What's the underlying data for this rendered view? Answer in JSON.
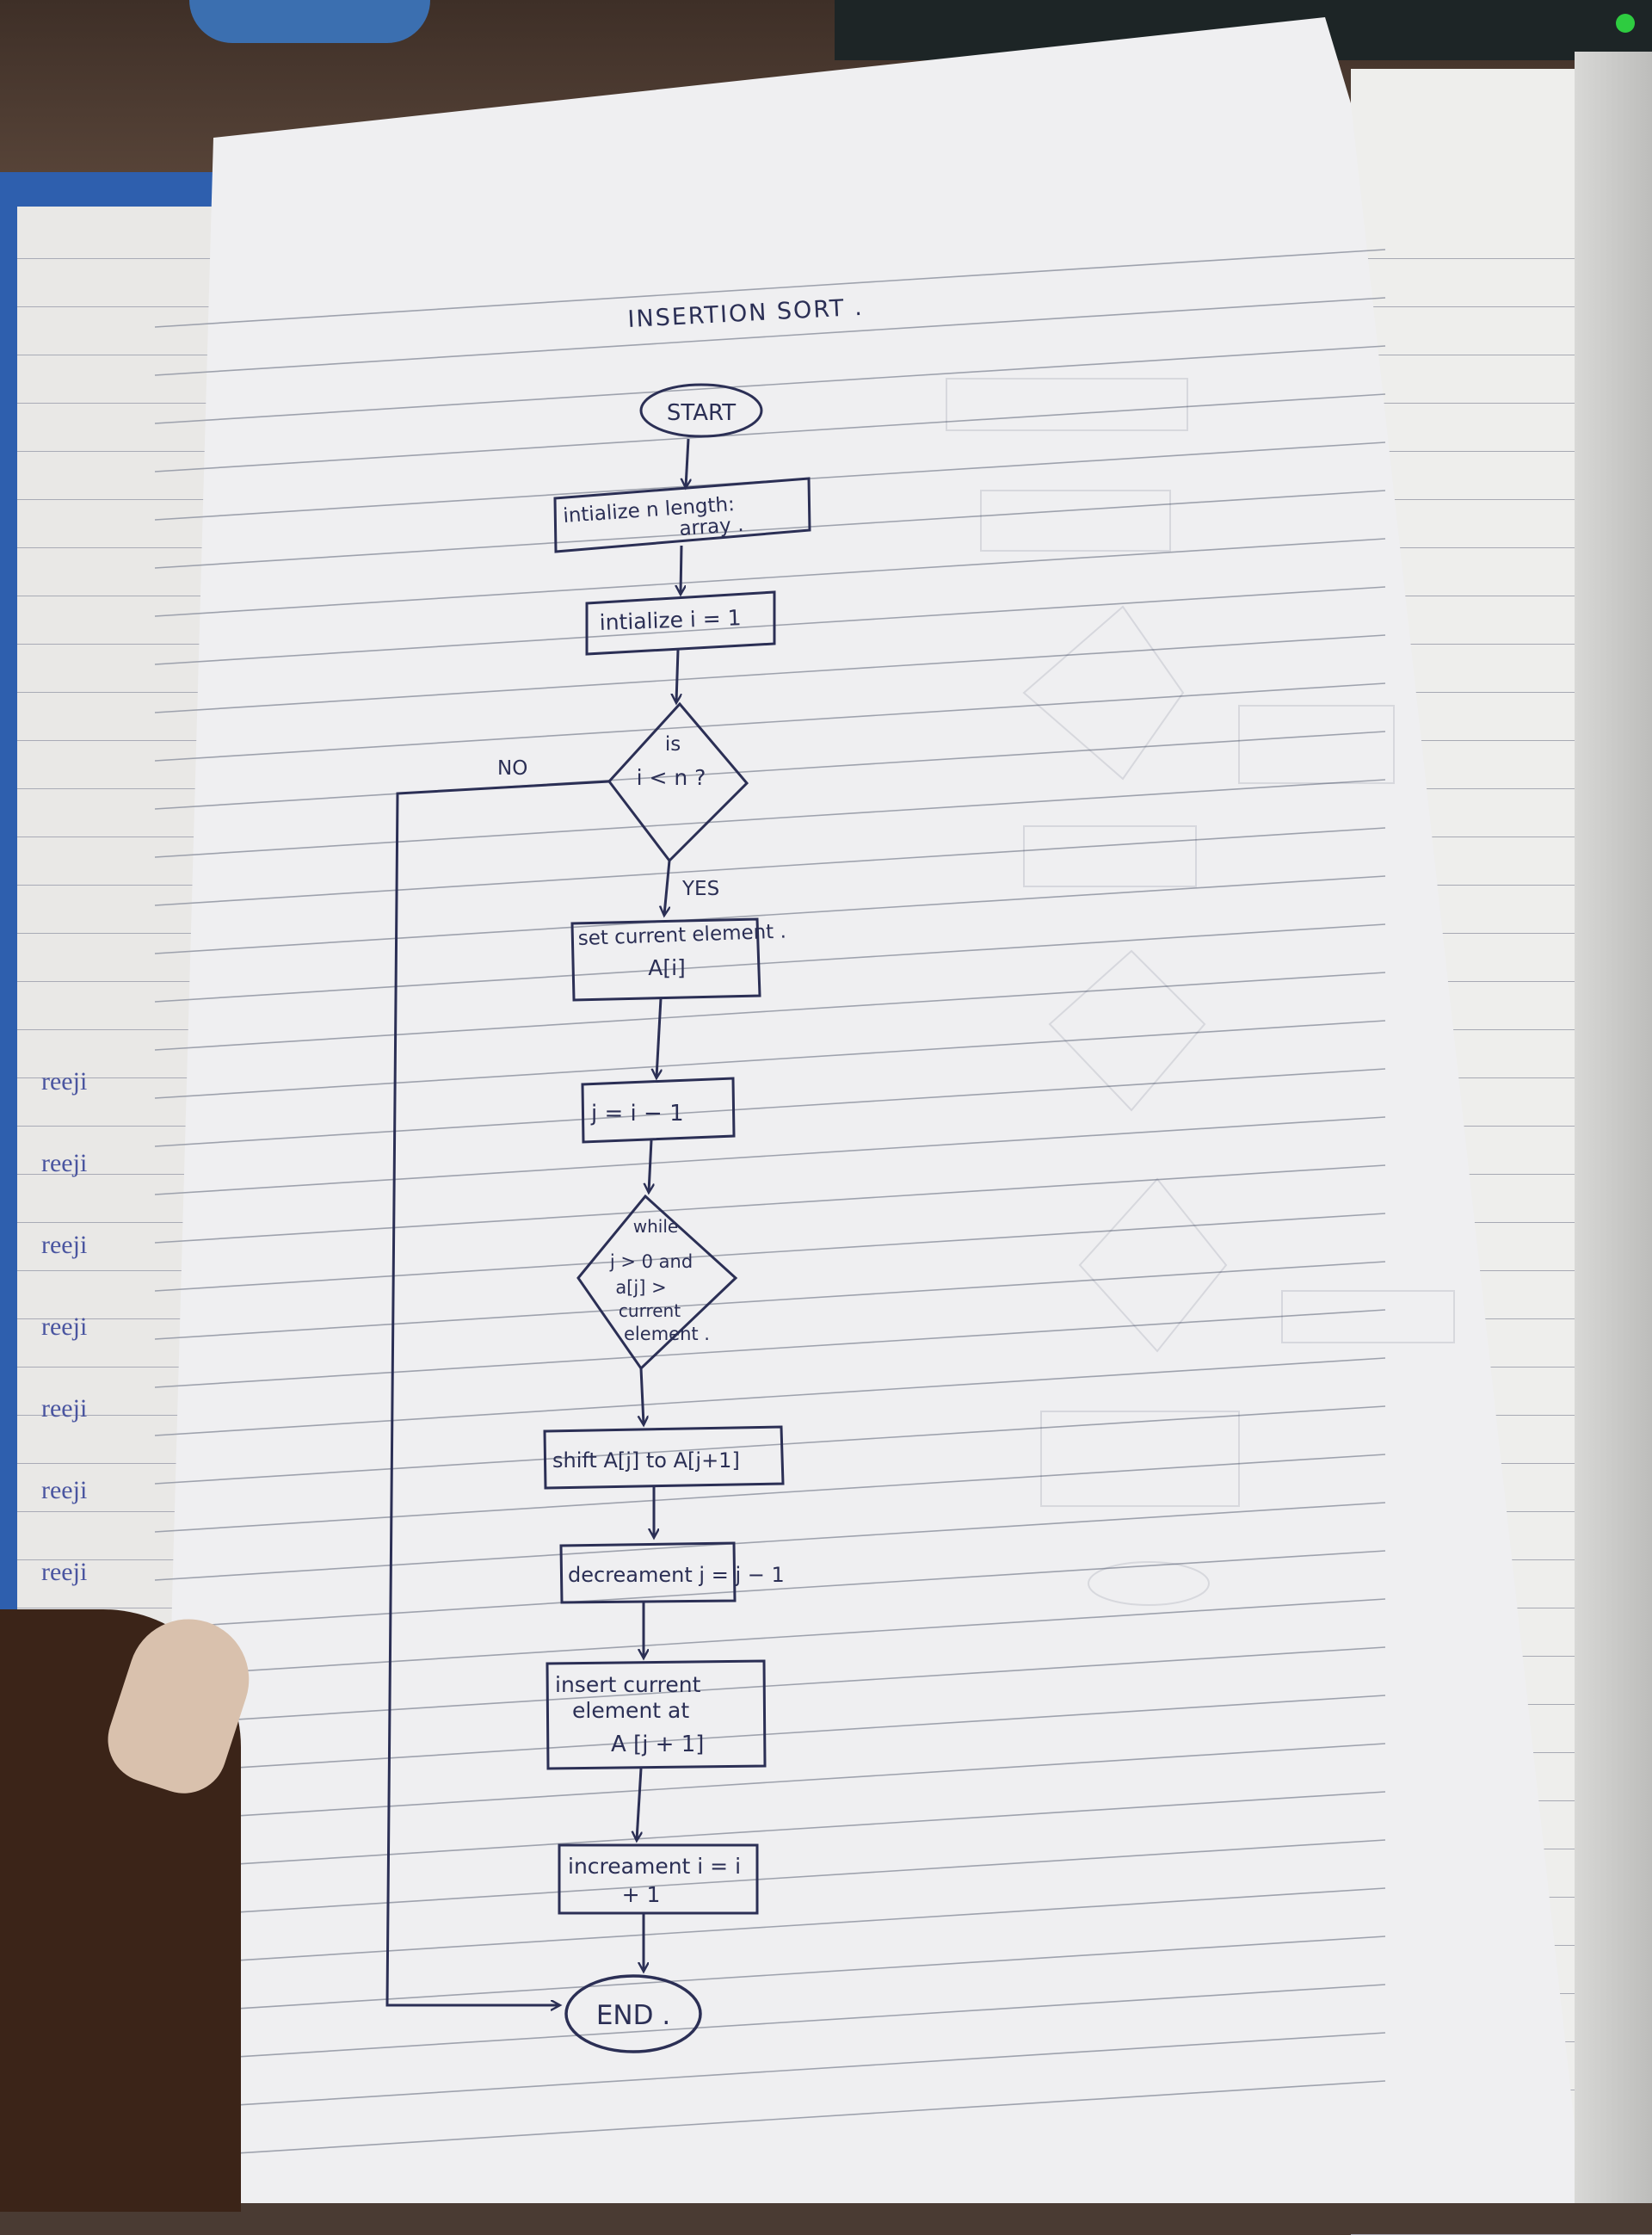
{
  "title": "INSERTION SORT .",
  "nodes": {
    "start": "START",
    "init_n_line1": "intialize n length:",
    "init_n_line2": "array .",
    "init_i": "intialize i = 1",
    "cond_i_line1": "is",
    "cond_i_line2": "i < n ?",
    "set_current_line1": "set current element .",
    "set_current_line2": "A[i]",
    "assign_j": "j = i − 1",
    "while_line1": "while",
    "while_line2": "j > 0 and",
    "while_line3": "a[j] >",
    "while_line4": "current",
    "while_line5": "element .",
    "shift": "shift A[j] to A[j+1]",
    "decrement": "decreament j = j − 1",
    "insert_line1": "insert current",
    "insert_line2": "element at",
    "insert_line3": "A [j + 1]",
    "increment_line1": "increament i = i",
    "increment_line2": "+ 1",
    "end": "END ."
  },
  "edge_labels": {
    "no": "NO",
    "yes": "YES"
  },
  "left_page_tab_text": "reeji",
  "colors": {
    "ink": "#2b2f55",
    "paper": "#efeff1",
    "rule": "#9ea2ad"
  }
}
